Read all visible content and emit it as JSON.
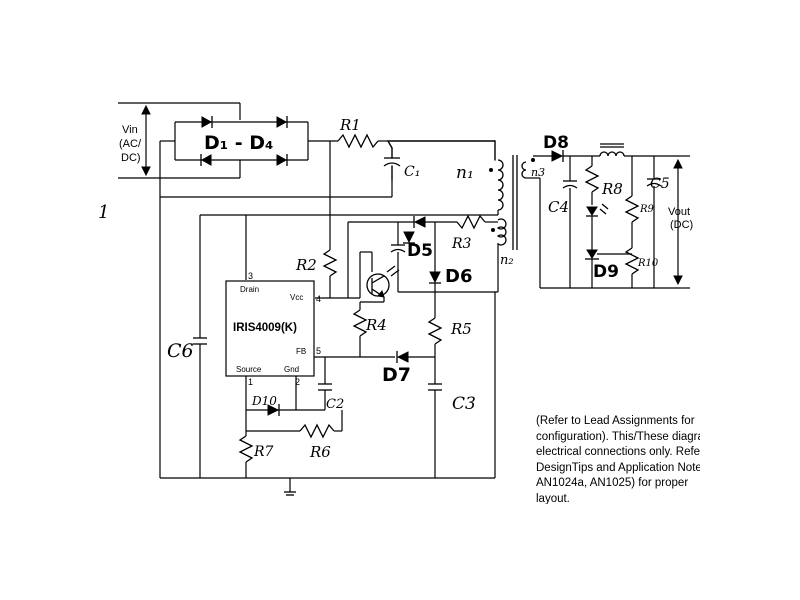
{
  "input": {
    "label_lines": [
      "Vin",
      "(AC/",
      "DC)"
    ]
  },
  "output": {
    "label_lines": [
      "Vout",
      "(DC)"
    ]
  },
  "ic": {
    "name": "IRIS4009(K)",
    "pins": {
      "drain": "Drain",
      "drain_no": "3",
      "vcc": "Vcc",
      "vcc_no": "4",
      "fb": "FB",
      "fb_no": "5",
      "source": "Source",
      "source_no": "1",
      "gnd": "Gnd",
      "gnd_no": "2"
    }
  },
  "labels": {
    "bridge": "D₁ - D₄",
    "r1": "R1",
    "c1": "C₁",
    "n1": "n₁",
    "n2": "n₂",
    "n3": "n3",
    "r2": "R2",
    "r3": "R3",
    "r4": "R4",
    "r5": "R5",
    "r6": "R6",
    "r7": "R7",
    "r8": "R8",
    "r9": "R9",
    "r10": "R10",
    "c2": "C2",
    "c3": "C3",
    "c4": "C4",
    "c5": "C5",
    "c6": "C6",
    "d5": "D5",
    "d6": "D6",
    "d7": "D7",
    "d8": "D8",
    "d9": "D9",
    "d10": "D10",
    "stray_mark": "1"
  },
  "note": {
    "lines": [
      "(Refer to Lead Assignments for",
      "configuration). This/These diagrams",
      "electrical connections only.  Refer to",
      "DesignTips and Application Notes",
      "AN1024a, AN1025) for proper",
      "layout."
    ]
  }
}
